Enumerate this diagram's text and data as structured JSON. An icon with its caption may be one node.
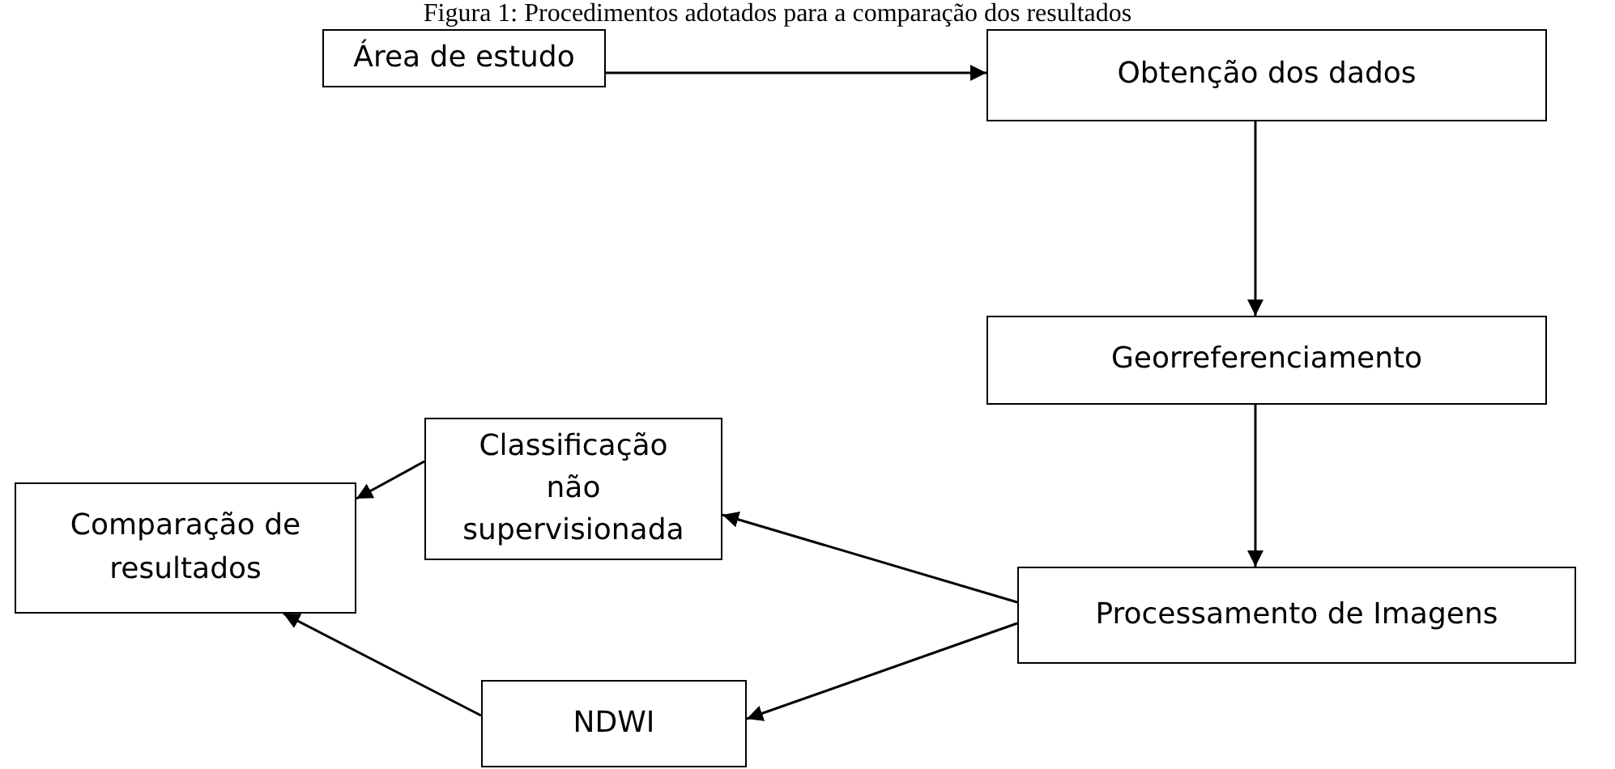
{
  "diagram": {
    "title": "Figura 1: Procedimentos adotados para a comparação dos resultados",
    "nodes": [
      {
        "text": [
          "Área de estudo"
        ]
      },
      {
        "text": [
          "Obtenção dos dados"
        ]
      },
      {
        "text": [
          "Georreferenciamento"
        ]
      },
      {
        "text": [
          "Processamento de Imagens"
        ]
      },
      {
        "text": [
          "Classificação não supervisionada"
        ]
      },
      {
        "text": [
          "Comparação de resultados"
        ]
      },
      {
        "text": [
          "NDWI"
        ]
      }
    ],
    "edges": [
      {
        "from": 0,
        "to": 1,
        "arrow": "to"
      },
      {
        "from": 1,
        "to": 2,
        "arrow": "to"
      },
      {
        "from": 2,
        "to": 3,
        "arrow": "to"
      },
      {
        "from": 3,
        "to": 4,
        "arrow": "to"
      },
      {
        "from": 3,
        "to": 6,
        "arrow": "to"
      },
      {
        "from": 4,
        "to": 5,
        "arrow": "to"
      },
      {
        "from": 6,
        "to": 5,
        "arrow": "to"
      }
    ]
  }
}
